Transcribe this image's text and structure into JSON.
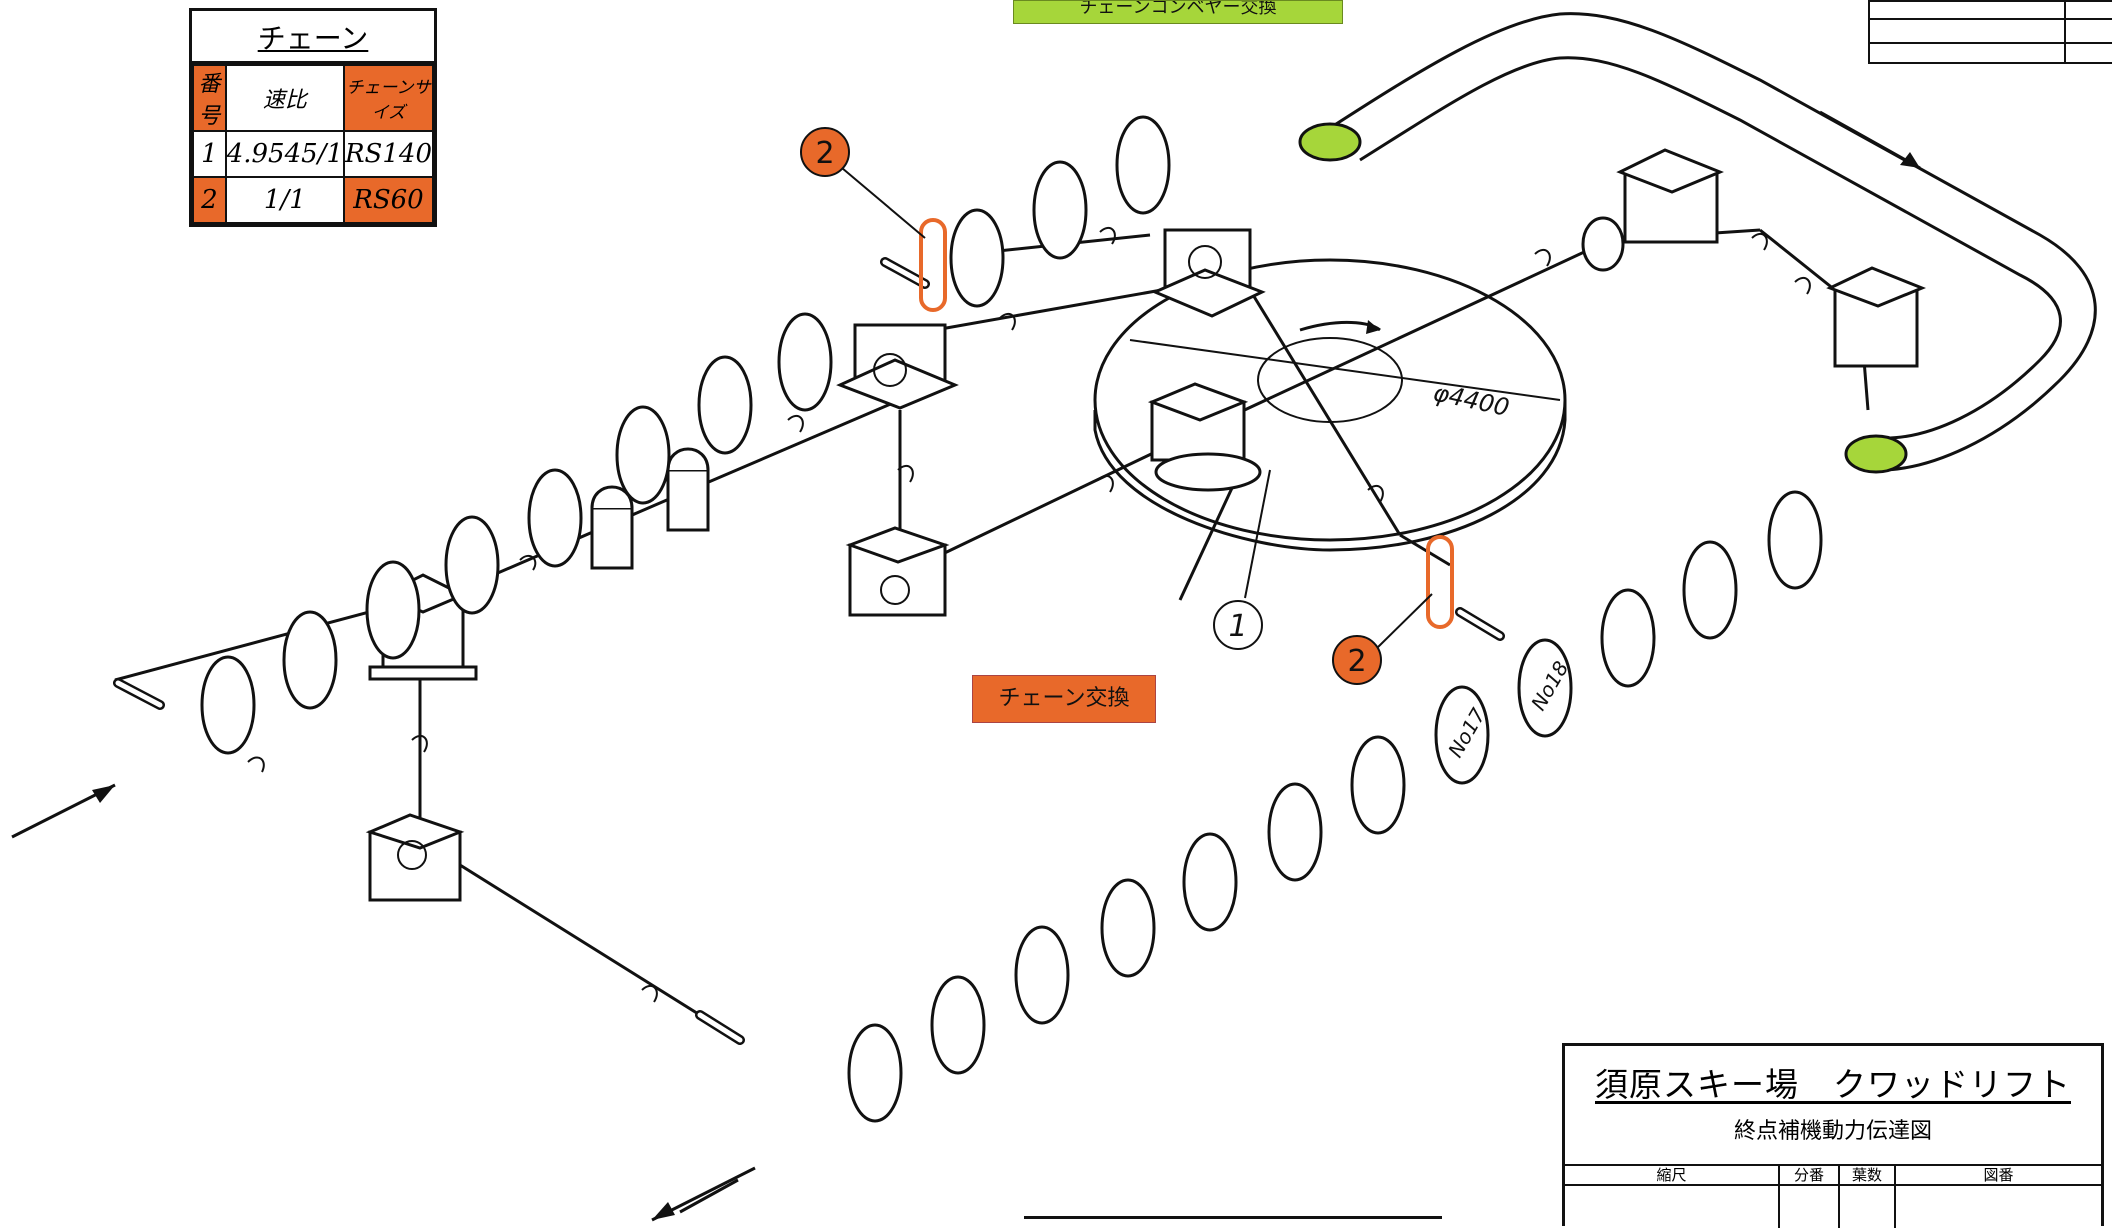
{
  "chain_table": {
    "title": "チェーン",
    "headers": [
      "番号",
      "速比",
      "チェーンサイズ"
    ],
    "rows": [
      {
        "no": "1",
        "ratio": "4.9545/1",
        "size": "RS140",
        "highlight": false
      },
      {
        "no": "2",
        "ratio": "1/1",
        "size": "RS60",
        "highlight": true
      }
    ]
  },
  "labels": {
    "top_green": "チェーンコンベヤー交換",
    "chain_replace": "チェーン交換",
    "callout_2a": "2",
    "callout_2b": "2",
    "callout_1": "1",
    "dimension": "φ4400",
    "no17": "No17",
    "no18": "No18"
  },
  "title_block": {
    "project": "須原スキー場　クワッドリフト",
    "drawing_name": "終点補機動力伝達図",
    "fields": [
      "縮尺",
      "分番",
      "葉数",
      "図番"
    ]
  },
  "colors": {
    "orange": "#e8692a",
    "green": "#a6d63a",
    "line": "#111111"
  }
}
